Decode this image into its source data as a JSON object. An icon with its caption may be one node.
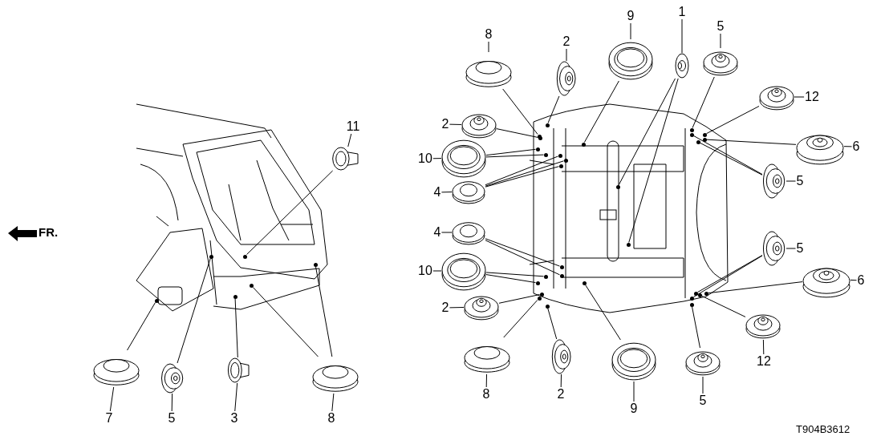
{
  "diagram": {
    "nodes": [
      {
        "text": [
          "11"
        ]
      },
      {
        "text": [],
        "shape": "picture"
      },
      {
        "text": [
          "7"
        ]
      },
      {
        "text": [],
        "shape": "picture"
      },
      {
        "text": [
          "5"
        ]
      },
      {
        "text": [],
        "shape": "picture"
      },
      {
        "text": [
          "3"
        ]
      },
      {
        "text": [],
        "shape": "picture"
      },
      {
        "text": [
          "8"
        ]
      },
      {
        "text": [],
        "shape": "picture"
      },
      {
        "text": [
          "8"
        ]
      },
      {
        "text": [],
        "shape": "picture"
      },
      {
        "text": [
          "2"
        ]
      },
      {
        "text": [],
        "shape": "picture"
      },
      {
        "text": [
          "9"
        ]
      },
      {
        "text": [],
        "shape": "picture"
      },
      {
        "text": [
          "1"
        ]
      },
      {
        "text": [],
        "shape": "picture"
      },
      {
        "text": [
          "5"
        ]
      },
      {
        "text": [],
        "shape": "picture"
      },
      {
        "text": [
          "12"
        ]
      },
      {
        "text": [],
        "shape": "picture"
      },
      {
        "text": [
          "6"
        ]
      },
      {
        "text": [],
        "shape": "picture"
      },
      {
        "text": [
          "5"
        ]
      },
      {
        "text": [],
        "shape": "picture"
      },
      {
        "text": [
          "2"
        ]
      },
      {
        "text": [],
        "shape": "picture"
      },
      {
        "text": [
          "10"
        ]
      },
      {
        "text": [],
        "shape": "picture"
      },
      {
        "text": [
          "4"
        ]
      },
      {
        "text": [],
        "shape": "picture"
      },
      {
        "text": [
          "4"
        ]
      },
      {
        "text": [],
        "shape": "picture"
      },
      {
        "text": [
          "10"
        ]
      },
      {
        "text": [],
        "shape": "picture"
      },
      {
        "text": [
          "2"
        ]
      },
      {
        "text": [],
        "shape": "picture"
      },
      {
        "text": [
          "8"
        ]
      },
      {
        "text": [],
        "shape": "picture"
      },
      {
        "text": [
          "2"
        ]
      },
      {
        "text": [],
        "shape": "picture"
      },
      {
        "text": [
          "9"
        ]
      },
      {
        "text": [],
        "shape": "picture"
      },
      {
        "text": [
          "5"
        ]
      },
      {
        "text": [],
        "shape": "picture"
      },
      {
        "text": [
          "6"
        ]
      },
      {
        "text": [],
        "shape": "picture"
      },
      {
        "text": [
          "12"
        ]
      },
      {
        "text": [],
        "shape": "picture"
      },
      {
        "text": [
          "5"
        ]
      },
      {
        "text": [],
        "shape": "picture"
      },
      {
        "text": [],
        "shape": "circle"
      },
      {
        "text": [],
        "shape": "circle"
      },
      {
        "text": [],
        "shape": "circle"
      },
      {
        "text": [],
        "shape": "circle"
      },
      {
        "text": [],
        "shape": "circle"
      },
      {
        "text": [],
        "shape": "circle"
      },
      {
        "text": [],
        "shape": "circle"
      },
      {
        "text": [],
        "shape": "circle"
      },
      {
        "text": [],
        "shape": "circle"
      },
      {
        "text": [],
        "shape": "circle"
      },
      {
        "text": [],
        "shape": "circle"
      },
      {
        "text": [],
        "shape": "circle"
      },
      {
        "text": [],
        "shape": "circle"
      },
      {
        "text": [],
        "shape": "circle"
      },
      {
        "text": [],
        "shape": "circle"
      },
      {
        "text": [],
        "shape": "circle"
      },
      {
        "text": [],
        "shape": "circle"
      },
      {
        "text": [],
        "shape": "circle"
      },
      {
        "text": [],
        "shape": "circle"
      },
      {
        "text": [],
        "shape": "circle"
      },
      {
        "text": [],
        "shape": "circle"
      },
      {
        "text": [],
        "shape": "circle"
      },
      {
        "text": [],
        "shape": "circle"
      },
      {
        "text": [],
        "shape": "circle"
      },
      {
        "text": [],
        "shape": "circle"
      },
      {
        "text": [],
        "shape": "circle"
      },
      {
        "text": [],
        "shape": "circle"
      },
      {
        "text": [],
        "shape": "circle"
      },
      {
        "text": [],
        "shape": "circle"
      },
      {
        "text": [],
        "shape": "circle"
      },
      {
        "text": [],
        "shape": "circle"
      },
      {
        "text": [],
        "shape": "circle"
      },
      {
        "text": [],
        "shape": "circle"
      },
      {
        "text": [],
        "shape": "circle"
      },
      {
        "text": [],
        "shape": "circle"
      }
    ],
    "edges": [
      {
        "from": 0,
        "to": 1,
        "arrow": "none"
      },
      {
        "from": 1,
        "to": 52,
        "arrow": "none"
      },
      {
        "from": 2,
        "to": 3,
        "arrow": "none"
      },
      {
        "from": 3,
        "to": 53,
        "arrow": "none"
      },
      {
        "from": 4,
        "to": 5,
        "arrow": "none"
      },
      {
        "from": 5,
        "to": 54,
        "arrow": "none"
      },
      {
        "from": 6,
        "to": 7,
        "arrow": "none"
      },
      {
        "from": 7,
        "to": 55,
        "arrow": "none"
      },
      {
        "from": 8,
        "to": 9,
        "arrow": "none"
      },
      {
        "from": 9,
        "to": 56,
        "arrow": "none"
      },
      {
        "from": 9,
        "to": 57,
        "arrow": "none"
      },
      {
        "from": 10,
        "to": 11,
        "arrow": "none"
      },
      {
        "from": 11,
        "to": 58,
        "arrow": "none"
      },
      {
        "from": 12,
        "to": 13,
        "arrow": "none"
      },
      {
        "from": 13,
        "to": 59,
        "arrow": "none"
      },
      {
        "from": 14,
        "to": 15,
        "arrow": "none"
      },
      {
        "from": 15,
        "to": 60,
        "arrow": "none"
      },
      {
        "from": 16,
        "to": 17,
        "arrow": "none"
      },
      {
        "from": 17,
        "to": 61,
        "arrow": "none"
      },
      {
        "from": 17,
        "to": 62,
        "arrow": "none"
      },
      {
        "from": 18,
        "to": 19,
        "arrow": "none"
      },
      {
        "from": 19,
        "to": 63,
        "arrow": "none"
      },
      {
        "from": 20,
        "to": 21,
        "arrow": "none"
      },
      {
        "from": 21,
        "to": 64,
        "arrow": "none"
      },
      {
        "from": 22,
        "to": 23,
        "arrow": "none"
      },
      {
        "from": 23,
        "to": 65,
        "arrow": "none"
      },
      {
        "from": 24,
        "to": 25,
        "arrow": "none"
      },
      {
        "from": 25,
        "to": 66,
        "arrow": "none"
      },
      {
        "from": 25,
        "to": 67,
        "arrow": "none"
      },
      {
        "from": 26,
        "to": 27,
        "arrow": "none"
      },
      {
        "from": 27,
        "to": 68,
        "arrow": "none"
      },
      {
        "from": 28,
        "to": 29,
        "arrow": "none"
      },
      {
        "from": 29,
        "to": 69,
        "arrow": "none"
      },
      {
        "from": 29,
        "to": 70,
        "arrow": "none"
      },
      {
        "from": 30,
        "to": 31,
        "arrow": "none"
      },
      {
        "from": 31,
        "to": 71,
        "arrow": "none"
      },
      {
        "from": 31,
        "to": 72,
        "arrow": "none"
      },
      {
        "from": 31,
        "to": 73,
        "arrow": "none"
      },
      {
        "from": 32,
        "to": 33,
        "arrow": "none"
      },
      {
        "from": 33,
        "to": 74,
        "arrow": "none"
      },
      {
        "from": 33,
        "to": 75,
        "arrow": "none"
      },
      {
        "from": 34,
        "to": 35,
        "arrow": "none"
      },
      {
        "from": 35,
        "to": 76,
        "arrow": "none"
      },
      {
        "from": 35,
        "to": 77,
        "arrow": "none"
      },
      {
        "from": 36,
        "to": 37,
        "arrow": "none"
      },
      {
        "from": 37,
        "to": 78,
        "arrow": "none"
      },
      {
        "from": 38,
        "to": 39,
        "arrow": "none"
      },
      {
        "from": 39,
        "to": 79,
        "arrow": "none"
      },
      {
        "from": 40,
        "to": 41,
        "arrow": "none"
      },
      {
        "from": 41,
        "to": 80,
        "arrow": "none"
      },
      {
        "from": 42,
        "to": 43,
        "arrow": "none"
      },
      {
        "from": 43,
        "to": 81,
        "arrow": "none"
      },
      {
        "from": 44,
        "to": 45,
        "arrow": "none"
      },
      {
        "from": 45,
        "to": 82,
        "arrow": "none"
      },
      {
        "from": 45,
        "to": 83,
        "arrow": "none"
      },
      {
        "from": 46,
        "to": 47,
        "arrow": "none"
      },
      {
        "from": 47,
        "to": 84,
        "arrow": "none"
      },
      {
        "from": 48,
        "to": 49,
        "arrow": "none"
      },
      {
        "from": 49,
        "to": 85,
        "arrow": "none"
      },
      {
        "from": 50,
        "to": 51,
        "arrow": "none"
      },
      {
        "from": 51,
        "to": 86,
        "arrow": "none"
      }
    ],
    "labels": [
      "FR.",
      "T904B3612"
    ]
  }
}
